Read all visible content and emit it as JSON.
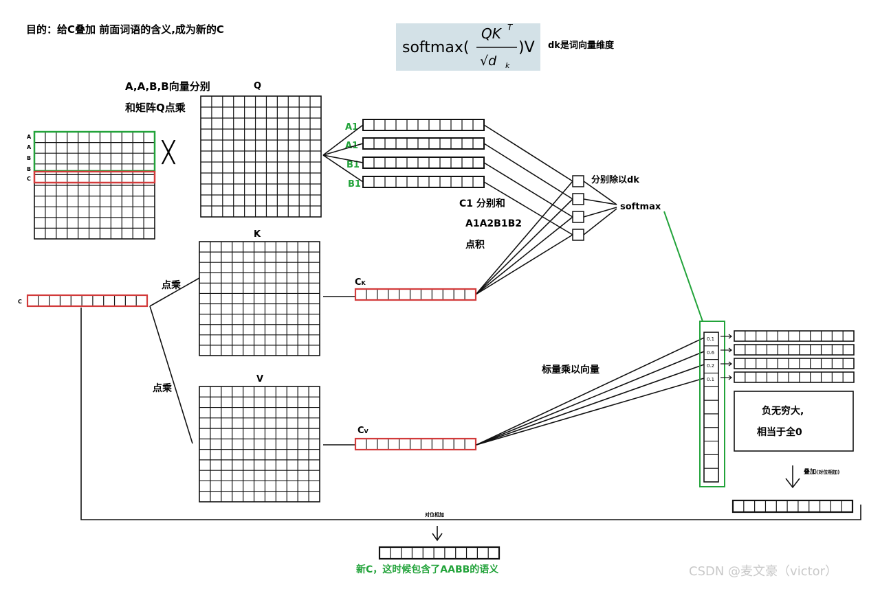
{
  "texts": {
    "goal": "目的：给C叠加 前面词语的含义,成为新的C",
    "formula_lead": "softmax(",
    "formula_num": "QK",
    "formula_sup": "T",
    "formula_den": "√d",
    "formula_den_sub": "k",
    "formula_tail": ")V",
    "dk_note": "dk是词向量维度",
    "q_note_1": "A,A,B,B向量分别",
    "q_note_2": "和矩阵Q点乘",
    "q_label": "Q",
    "k_label": "K",
    "v_label": "V",
    "row_a1": "A",
    "row_a2": "A",
    "row_b1": "B",
    "row_b2": "B",
    "row_c": "C",
    "times": "╳",
    "res_a1": "A1",
    "res_a2": "A1",
    "res_b1": "B1",
    "res_b2": "B1",
    "div_dk": "分别除以dk",
    "softmax": "softmax",
    "dot_note_1": "C1 分别和",
    "dot_note_2": "A1A2B1B2",
    "dot_note_3": "点积",
    "c_vec_label": "C",
    "dot_k": "点乘",
    "dot_v": "点乘",
    "ck_main": "C",
    "ck_sub": "K",
    "cv_main": "C",
    "cv_sub": "V",
    "scalar_note": "标量乘以向量",
    "w1": "0.1",
    "w2": "0.6",
    "w3": "0.2",
    "w4": "0.1",
    "neg_inf_1": "负无穷大,",
    "neg_inf_2": "相当于全0",
    "stack_main": "叠加",
    "stack_sub": "(对位相加)",
    "elementwise": "对位相加",
    "new_c": "新C，这时候包含了AABB的语义",
    "watermark": "CSDN @麦文豪（victor）"
  },
  "colors": {
    "green": "#22a33a",
    "red": "#d23a3a",
    "line": "#111111",
    "formula_bg": "#d3e1e7"
  }
}
